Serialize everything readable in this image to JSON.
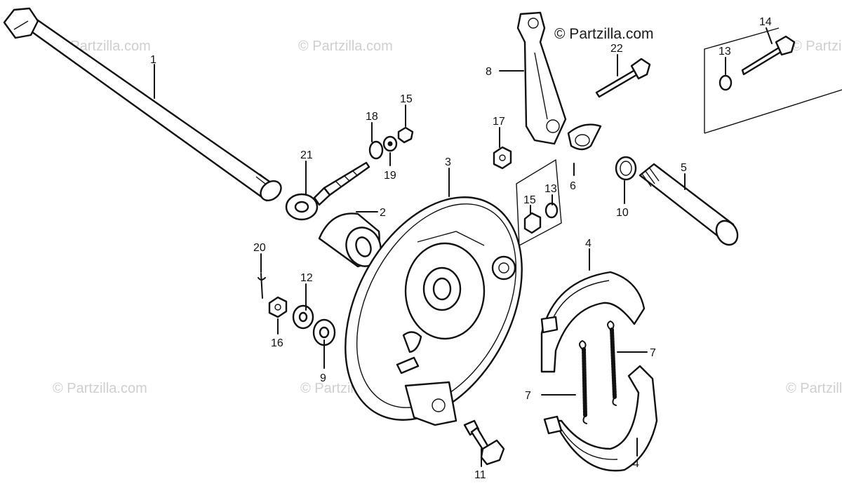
{
  "diagram": {
    "copyright": "© Partzilla.com",
    "watermark": "© Partzilla.com",
    "callouts": [
      "1",
      "2",
      "3",
      "4",
      "4",
      "5",
      "6",
      "7",
      "7",
      "8",
      "9",
      "10",
      "11",
      "12",
      "13",
      "13",
      "14",
      "15",
      "15",
      "16",
      "17",
      "18",
      "19",
      "20",
      "21",
      "22"
    ]
  }
}
